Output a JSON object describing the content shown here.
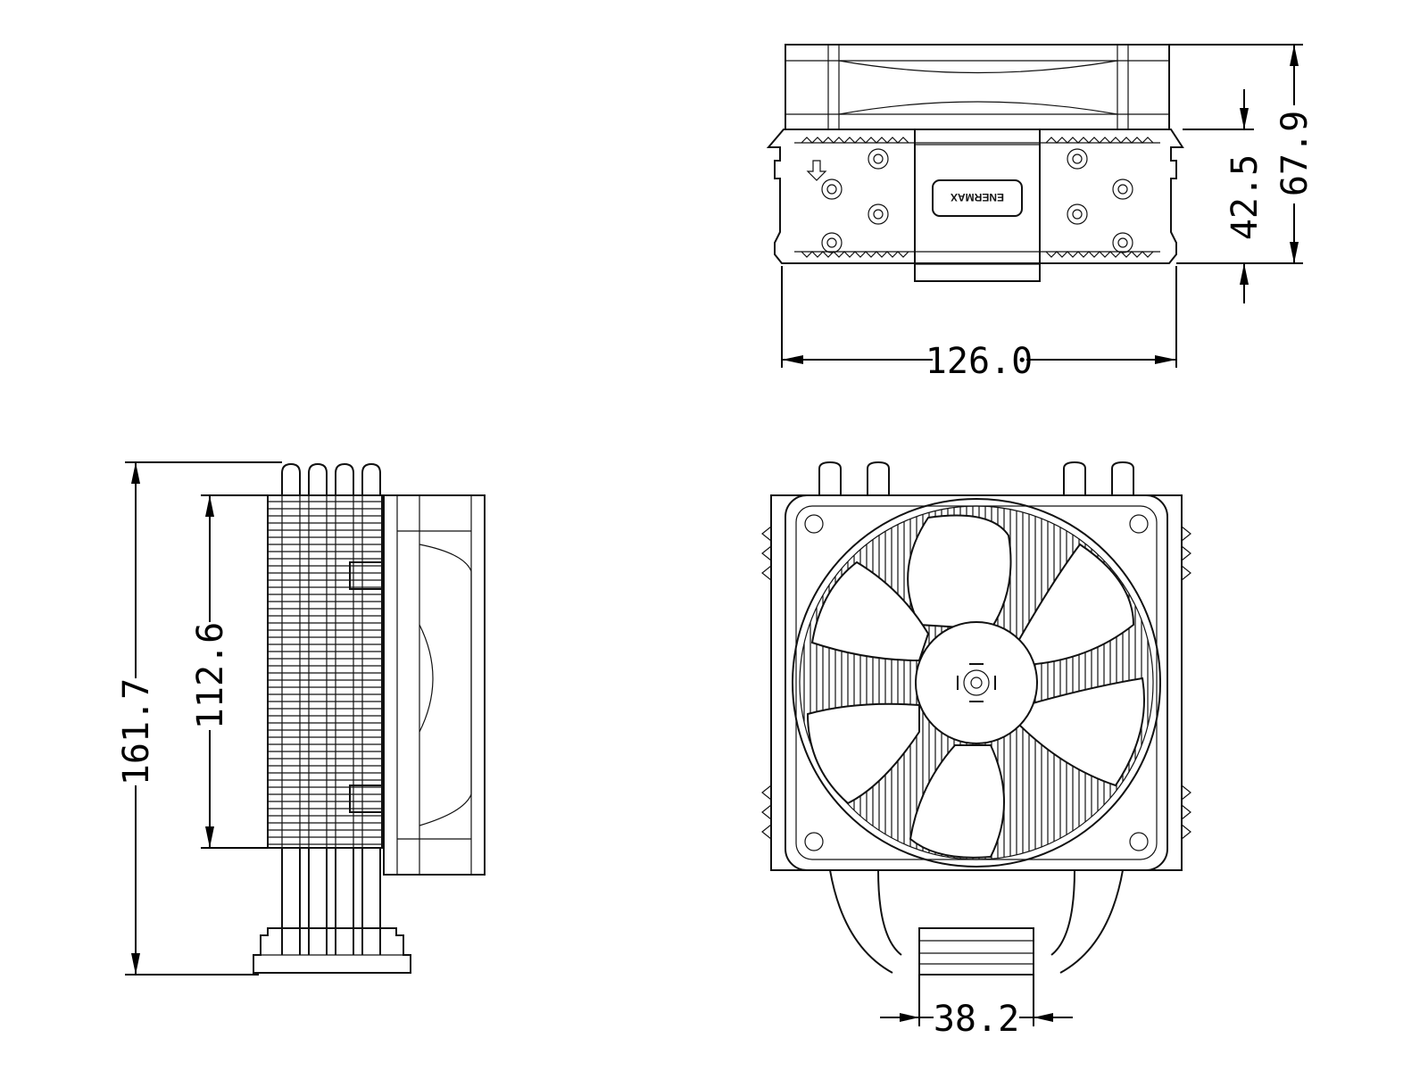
{
  "brand_logo": "ENERMAX",
  "dimensions": {
    "total_width": "126.0",
    "total_depth": "67.9",
    "heatsink_depth": "42.5",
    "total_height": "161.7",
    "fin_stack_height": "112.6",
    "base_width": "38.2"
  }
}
